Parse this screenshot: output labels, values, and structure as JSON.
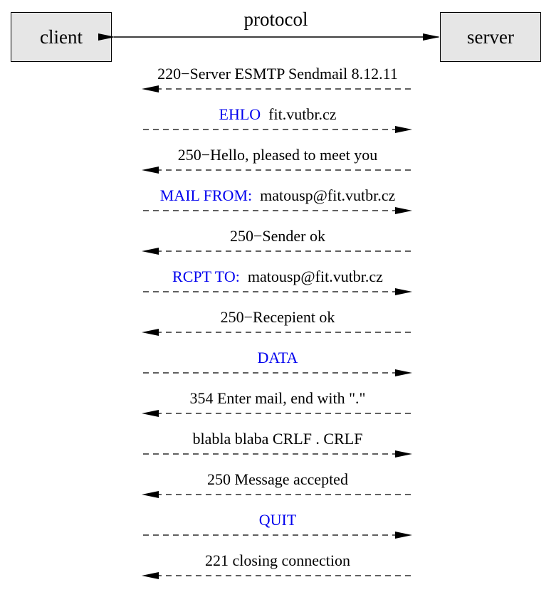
{
  "client_label": "client",
  "server_label": "server",
  "protocol_label": "protocol",
  "colors": {
    "command": "#0000ee",
    "text": "#000000",
    "box_fill": "#e6e6e6"
  },
  "messages": [
    {
      "direction": "server-to-client",
      "command": "",
      "text": "220−Server ESMTP Sendmail 8.12.11"
    },
    {
      "direction": "client-to-server",
      "command": "EHLO",
      "text": "fit.vutbr.cz"
    },
    {
      "direction": "server-to-client",
      "command": "",
      "text": "250−Hello, pleased to meet you"
    },
    {
      "direction": "client-to-server",
      "command": "MAIL FROM:",
      "text": "matousp@fit.vutbr.cz"
    },
    {
      "direction": "server-to-client",
      "command": "",
      "text": "250−Sender ok"
    },
    {
      "direction": "client-to-server",
      "command": "RCPT TO:",
      "text": "matousp@fit.vutbr.cz"
    },
    {
      "direction": "server-to-client",
      "command": "",
      "text": "250−Recepient ok"
    },
    {
      "direction": "client-to-server",
      "command": "DATA",
      "text": ""
    },
    {
      "direction": "server-to-client",
      "command": "",
      "text": "354 Enter mail, end with \".\""
    },
    {
      "direction": "client-to-server",
      "command": "",
      "text": "blabla blaba CRLF . CRLF"
    },
    {
      "direction": "server-to-client",
      "command": "",
      "text": "250 Message accepted"
    },
    {
      "direction": "client-to-server",
      "command": "QUIT",
      "text": ""
    },
    {
      "direction": "server-to-client",
      "command": "",
      "text": "221 closing connection"
    }
  ]
}
